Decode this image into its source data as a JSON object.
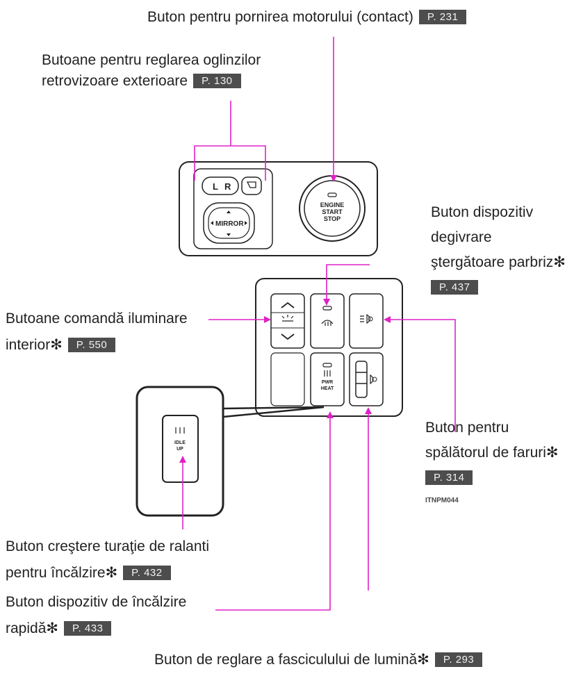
{
  "labels": {
    "engine": {
      "text": "Buton pentru pornirea motorului (contact)",
      "page": "P. 231"
    },
    "mirrors": {
      "line1": "Butoane pentru reglarea oglinzilor",
      "line2": "retrovizoare exterioare",
      "page": "P. 130"
    },
    "defroster": {
      "line1": "Buton dispozitiv",
      "line2": "degivrare",
      "line3": "ştergătoare parbriz✻",
      "page": "P. 437"
    },
    "interior_light": {
      "line1": "Butoane comandă iluminare",
      "line2": "interior✻",
      "page": "P. 550"
    },
    "headlamp_cleaner": {
      "line1": "Buton pentru",
      "line2": "spălătorul de faruri✻",
      "page": "P. 314"
    },
    "idle_up": {
      "line1": "Buton creştere turaţie de ralanti",
      "line2": "pentru încălzire✻",
      "page": "P. 432"
    },
    "quick_heater": {
      "line1": "Buton dispozitiv de încălzire",
      "line2": "rapidă✻",
      "page": "P. 433"
    },
    "beam_level": {
      "text": "Buton de reglare a fasciculului de lumină✻",
      "page": "P. 293"
    }
  },
  "figure_code": "ITNPM044",
  "button_text": {
    "mirror_l": "L",
    "mirror_r": "R",
    "mirror": "MIRROR",
    "engine_1": "ENGINE",
    "engine_2": "START",
    "engine_3": "STOP",
    "pwr": "PWR",
    "heat": "HEAT",
    "idle": "IDLE",
    "up": "UP"
  },
  "colors": {
    "leader": "#e020c8",
    "page_box": "#4d4d4d",
    "outline": "#222222"
  }
}
